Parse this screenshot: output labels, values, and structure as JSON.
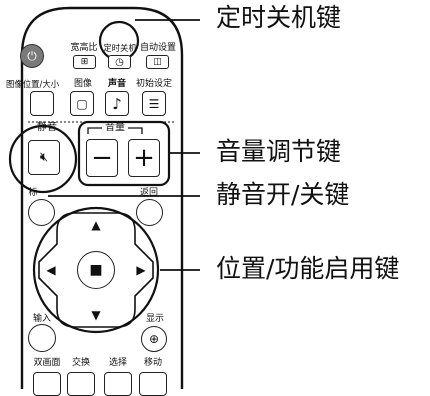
{
  "remote": {
    "row1": {
      "aspect_label": "宽高比",
      "off_timer_label": "定时关机",
      "auto_setup_label": "自动设置"
    },
    "row2": {
      "position_size_label": "图像位置/大小",
      "picture_label": "图像",
      "sound_label": "声音",
      "setup_label": "初始设定"
    },
    "mute_label": "静音",
    "volume_label": "音量",
    "minus_symbol": "−",
    "plus_symbol": "+",
    "left_small_label": "标",
    "right_small_label": "返回",
    "input_label": "输入",
    "display_label": "显示",
    "bottom_row": {
      "dual_picture_label": "双画面",
      "swap_label": "交换",
      "select_label": "选择",
      "move_label": "移动"
    }
  },
  "callouts": {
    "off_timer": "定时关机键",
    "volume": "音量调节键",
    "mute": "静音开/关键",
    "position": "位置/功能启用键"
  },
  "colors": {
    "ink": "#111111",
    "remote_body": "#ffffff",
    "power_button": "#7a7a7a"
  }
}
